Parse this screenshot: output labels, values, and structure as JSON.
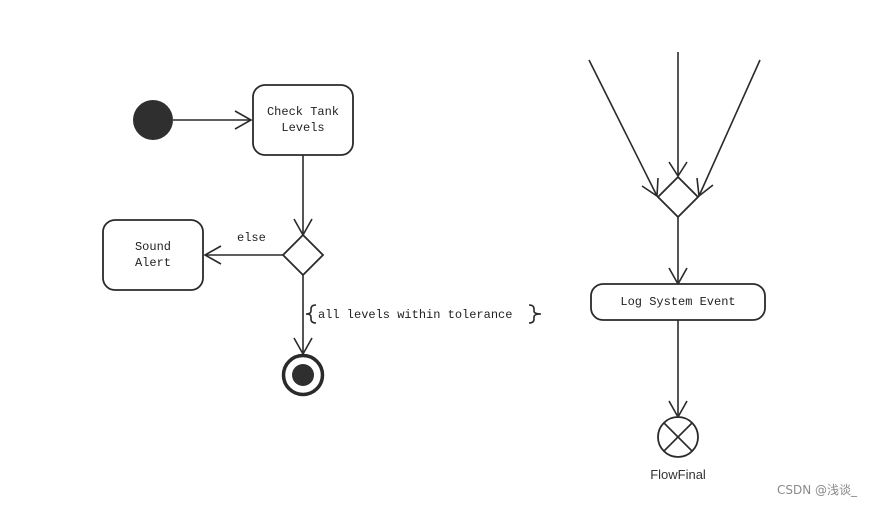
{
  "diagram": {
    "nodes": {
      "check_tank": {
        "lines": [
          "Check Tank",
          "Levels"
        ]
      },
      "sound_alert": {
        "lines": [
          "Sound",
          "Alert"
        ]
      },
      "log_event": {
        "label": "Log System Event"
      },
      "flow_final": {
        "label": "FlowFinal"
      }
    },
    "edges": {
      "else_label": "else",
      "guard_label": "all levels within tolerance"
    }
  },
  "watermark": "CSDN @浅谈_",
  "colors": {
    "stroke": "#2a2a2a",
    "fill_dark": "#2f2f2f",
    "watermark": "#8a8a8a"
  }
}
